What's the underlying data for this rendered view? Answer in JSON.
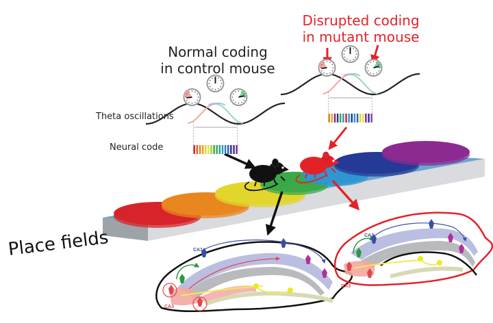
{
  "labels": {
    "normal_title_line1": "Normal coding",
    "normal_title_line2": "in control mouse",
    "disrupted_title_line1": "Disrupted coding",
    "disrupted_title_line2": "in mutant mouse",
    "theta": "Theta oscillations",
    "neural_code": "Neural code",
    "place_fields": "Place fields"
  },
  "hippocampus": {
    "control": {
      "ca1": "CA1",
      "ca3": "CA3",
      "outline_color": "#111111"
    },
    "mutant": {
      "ca1": "CA1",
      "ca3": "CA3",
      "outline_color": "#e32228"
    }
  },
  "colors": {
    "mutant_accent": "#e32228",
    "control_accent": "#111111",
    "place_fields": [
      "#d7242a",
      "#e8861f",
      "#e2d62c",
      "#3aa948",
      "#2f96d2",
      "#253a96",
      "#8c2a92"
    ],
    "neural_code_control": [
      "#d7242a",
      "#e25a2a",
      "#e8861f",
      "#eba21f",
      "#e2d62c",
      "#e6e14a",
      "#a8cc3a",
      "#3aa948",
      "#37a95a",
      "#2fa07a",
      "#2f96d2",
      "#2d7ec7",
      "#3361b4",
      "#253a96",
      "#4b2f92",
      "#8c2a92"
    ],
    "neural_code_mutant": [
      "#e8861f",
      "#e2a82c",
      "#8c2a92",
      "#253a96",
      "#3aa948",
      "#2f96d2",
      "#d7242a",
      "#2f96d2",
      "#253a96",
      "#2f96d2",
      "#3361b4",
      "#e2d62c",
      "#e6e14a",
      "#8c2a92",
      "#253a96",
      "#a03aa0"
    ]
  }
}
